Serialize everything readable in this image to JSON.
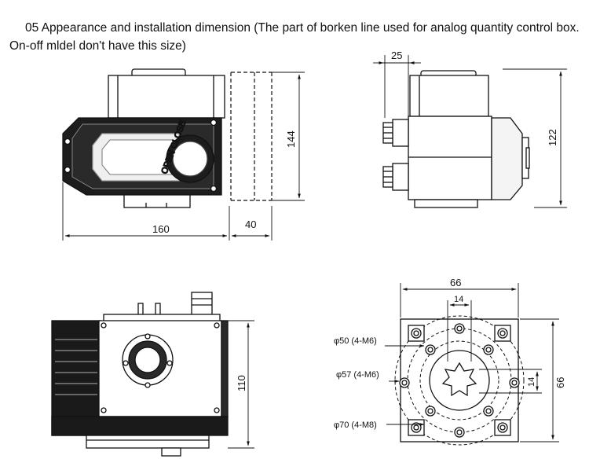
{
  "title": "05 Appearance and installation dimension (The  part of borken line used for analog quantity control box. On-off mldel don't have this size)",
  "front_view": {
    "width": "160",
    "height": "144",
    "box_depth": "40",
    "dial_text": "OPEN CLOSE"
  },
  "side_view": {
    "offset": "25",
    "height": "122"
  },
  "bottom_view": {
    "height": "110"
  },
  "flange_view": {
    "width": "66",
    "height": "66",
    "square": "14",
    "square_v": "14",
    "pcd_1": "φ50 (4-M6)",
    "pcd_2": "φ57 (4-M6)",
    "pcd_3": "φ70 (4-M8)"
  }
}
